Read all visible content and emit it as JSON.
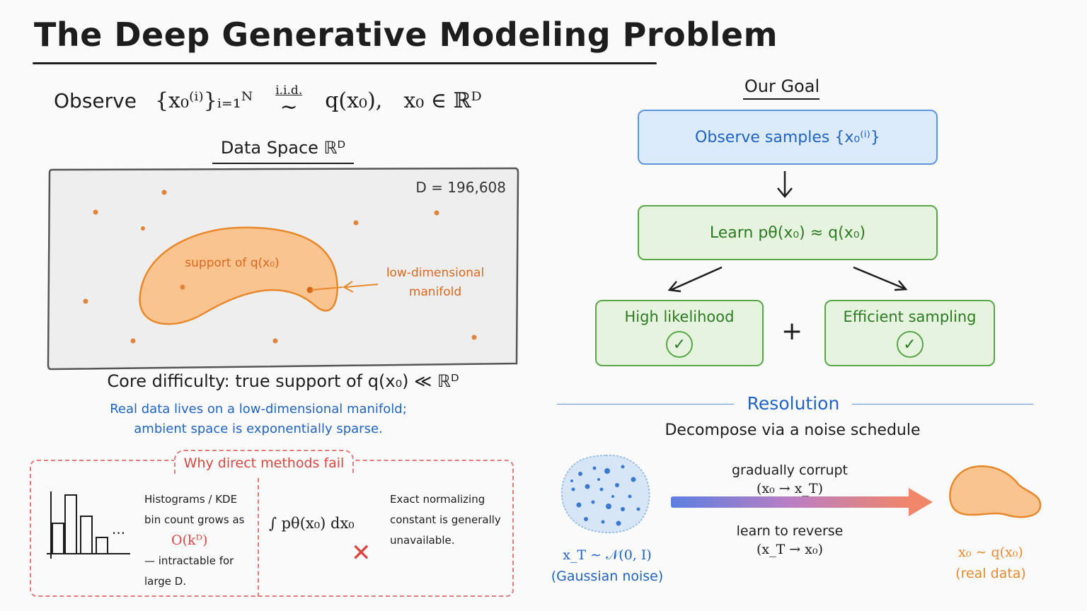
{
  "title": "The Deep Generative Modeling Problem",
  "observe": {
    "word": "Observe",
    "set": "{x₀⁽ⁱ⁾}ᵢ₌₁ᴺ",
    "iid": "i.i.d.",
    "sim": "∼",
    "dist": "q(x₀),",
    "membership": "x₀ ∈ ℝᴰ"
  },
  "data_space": {
    "title": "Data Space ℝᴰ",
    "dimension": "D = 196,608",
    "support_label": "support of q(x₀)",
    "manifold_label_1": "low-dimensional",
    "manifold_label_2": "manifold"
  },
  "core": {
    "text": "Core difficulty: true support of q(x₀) ≪ ℝᴰ",
    "note_1": "Real data lives on a low-dimensional manifold;",
    "note_2": "ambient space is exponentially sparse."
  },
  "fail": {
    "title": "Why direct methods fail",
    "hist_line_1": "Histograms / KDE",
    "hist_line_2": "bin count grows as",
    "hist_complexity": "O(kᴰ)",
    "hist_line_3": "— intractable for",
    "hist_line_4": "large D.",
    "hist_ellipsis": "...",
    "integral": "∫ pθ(x₀) dx₀",
    "cross": "✕",
    "norm_line_1": "Exact normalizing",
    "norm_line_2": "constant is generally",
    "norm_line_3": "unavailable."
  },
  "goal": {
    "title": "Our Goal",
    "observe_box": "Observe samples  {x₀⁽ⁱ⁾}",
    "learn_box": "Learn  pθ(x₀)  ≈  q(x₀)",
    "high_likelihood": "High likelihood",
    "efficient_sampling": "Efficient sampling",
    "plus": "+",
    "check": "✓"
  },
  "resolution": {
    "title": "Resolution",
    "subtitle": "Decompose via a noise schedule",
    "forward_1": "gradually corrupt",
    "forward_2": "(x₀ → x_T)",
    "reverse_1": "learn to reverse",
    "reverse_2": "(x_T → x₀)",
    "noise_1": "x_T ∼ 𝒩(0, I)",
    "noise_2": "(Gaussian noise)",
    "data_1": "x₀ ∼ q(x₀)",
    "data_2": "(real data)"
  },
  "colors": {
    "ink": "#1d1d1d",
    "blue": "#1f63c4",
    "green": "#2c7a22",
    "orange": "#e8882c",
    "red": "#d9453f",
    "blob_fill": "#f9c48f"
  }
}
